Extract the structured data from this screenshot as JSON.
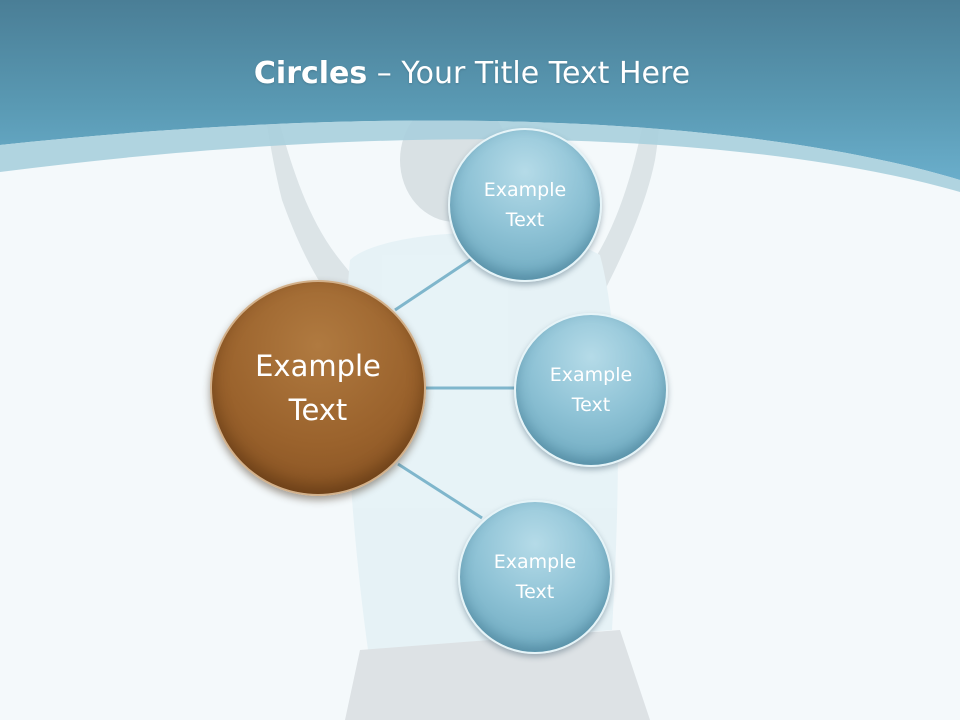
{
  "slide": {
    "title_bold": "Circles",
    "title_rest": " – Your Title Text Here"
  },
  "diagram": {
    "center": {
      "label_line1": "Example",
      "label_line2": "Text",
      "color": "#9a622c"
    },
    "nodes": [
      {
        "label_line1": "Example",
        "label_line2": "Text"
      },
      {
        "label_line1": "Example",
        "label_line2": "Text"
      },
      {
        "label_line1": "Example",
        "label_line2": "Text"
      }
    ],
    "node_color": "#8fc3d6",
    "connector_color": "#7fb6cc"
  },
  "theme": {
    "header_color": "#4f8ea8",
    "background": "#f4f9fb"
  }
}
